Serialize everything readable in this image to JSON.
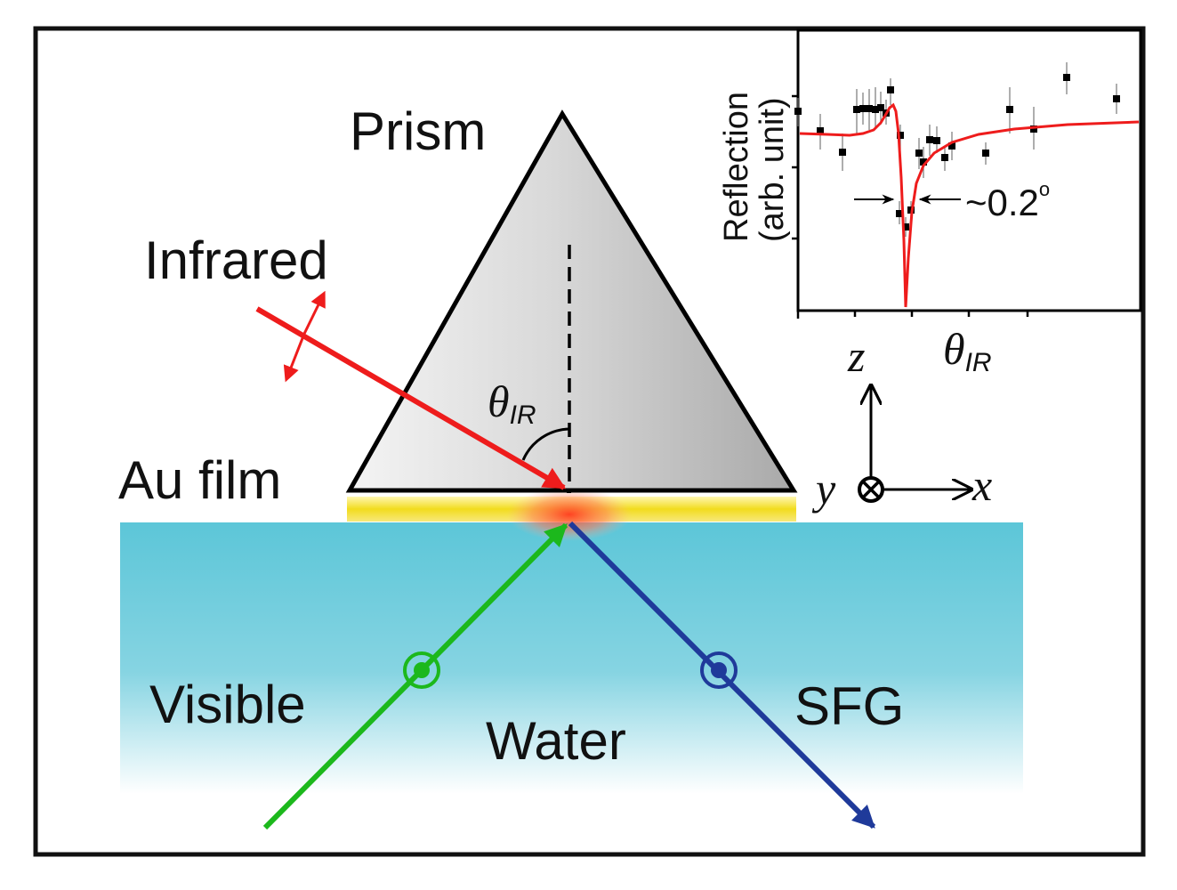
{
  "labels": {
    "prism": "Prism",
    "infrared": "Infrared",
    "au_film": "Au film",
    "visible": "Visible",
    "water": "Water",
    "sfg": "SFG",
    "theta_symbol": "θ",
    "theta_sub": "IR"
  },
  "axes_triad": {
    "z": "z",
    "x": "x",
    "y": "y"
  },
  "inset": {
    "ylabel_line1": "Reflection",
    "ylabel_line2": "(arb. unit)",
    "xlabel_symbol": "θ",
    "xlabel_sub": "IR",
    "width_annotation": "~0.2",
    "width_unit": "o"
  },
  "colors": {
    "infrared": "#ee1c1c",
    "visible": "#1cb81c",
    "sfg": "#1f3a9a",
    "fit_curve": "#ee1c1c",
    "gold": "#f2e02a",
    "water_top": "#5cc6d8"
  }
}
